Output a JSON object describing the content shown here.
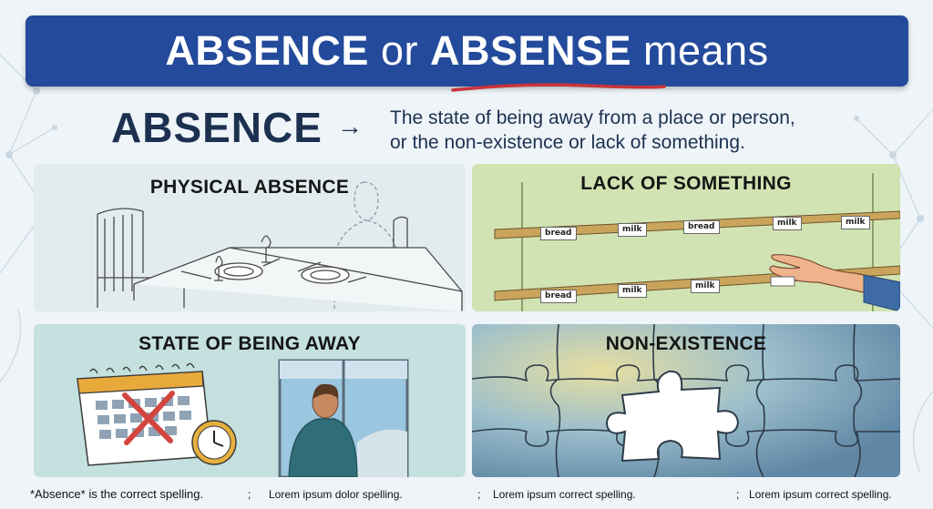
{
  "title": {
    "word1": "ABSENCE",
    "connector": "or",
    "word2": "ABSENSE",
    "suffix": "means"
  },
  "definition": {
    "word": "ABSENCE",
    "arrow": "→",
    "line1": "The state of being away from a place or person,",
    "line2": "or the non-existence or lack of something."
  },
  "panels": {
    "physical": {
      "title": "PHYSICAL ABSENCE"
    },
    "lack": {
      "title": "LACK OF SOMETHING",
      "top_shelf_labels": [
        "bread",
        "milk",
        "bread",
        "milk",
        "milk"
      ],
      "bottom_shelf_labels": [
        "bread",
        "milk",
        "milk"
      ]
    },
    "away": {
      "title": "STATE OF BEING AWAY"
    },
    "nonexistence": {
      "title": "NON-EXISTENCE"
    }
  },
  "footer": {
    "note": "*Absence* is the correct spelling.",
    "sep1": ";",
    "item1": "Lorem ipsum dolor spelling.",
    "sep2": ";",
    "item2": "Lorem ipsum correct spelling.",
    "sep3": ";",
    "item3": "Lorem ipsum correct spelling."
  },
  "colors": {
    "title_bar": "#234a9b",
    "underline": "#c8343a",
    "panel_physical": "#e2ecef",
    "panel_lack": "#d2e3b3",
    "panel_away": "#c4e0df",
    "panel_nonexistence": "#c9d7df"
  }
}
